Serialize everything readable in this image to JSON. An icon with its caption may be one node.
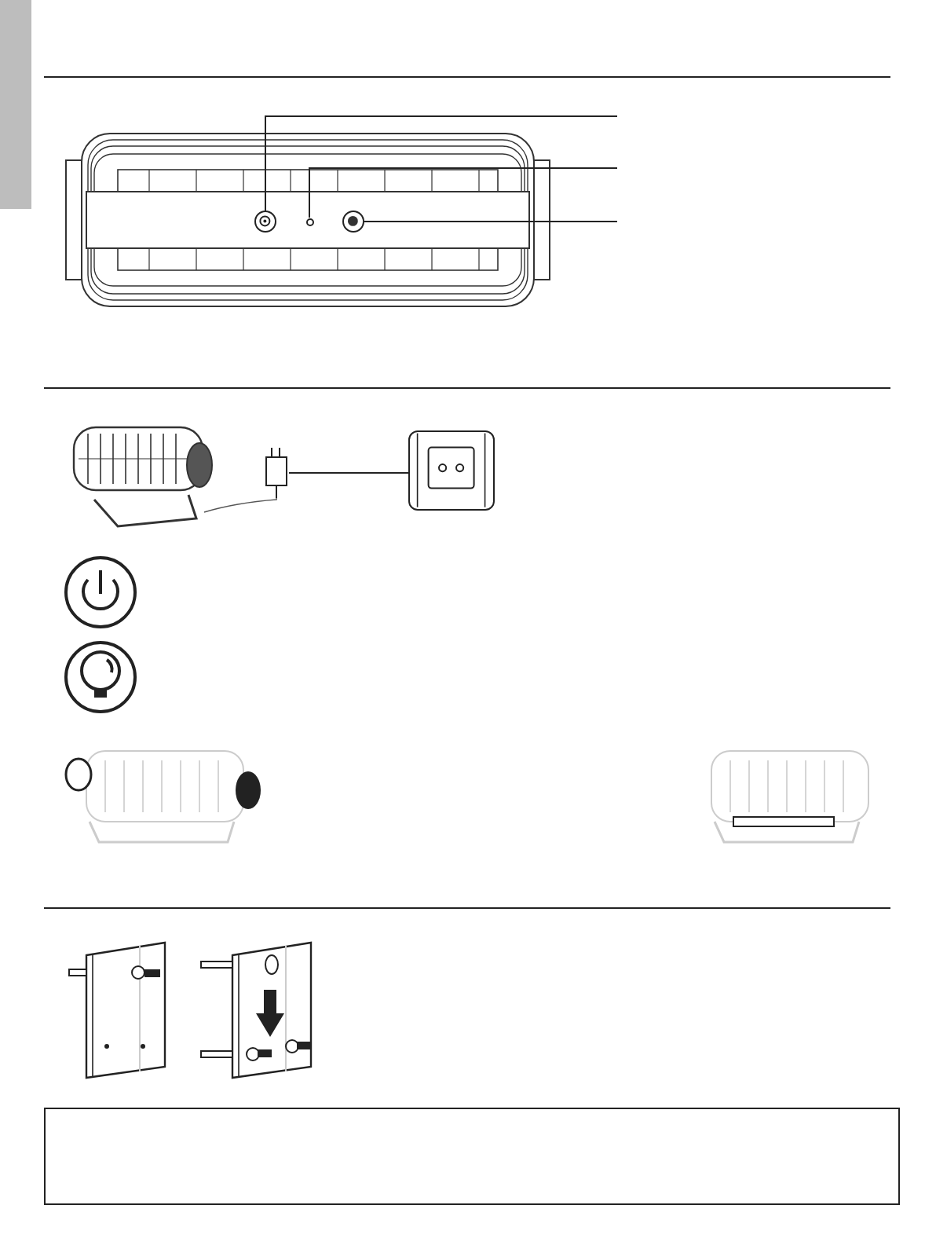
{
  "diagram": {
    "nodes": [
      {
        "text": [],
        "shape": "bar"
      },
      {
        "text": [],
        "shape": "circle"
      },
      {
        "text": [],
        "shape": "circle"
      },
      {
        "text": [],
        "shape": "circle"
      },
      {
        "text": [],
        "shape": "picture"
      },
      {
        "text": [],
        "shape": "box"
      },
      {
        "text": [],
        "shape": "box"
      }
    ],
    "edges": [
      {
        "from": null,
        "to": 1,
        "arrow": "none"
      },
      {
        "from": null,
        "to": 2,
        "arrow": "none"
      },
      {
        "from": null,
        "to": 3,
        "arrow": "none"
      },
      {
        "from": 4,
        "to": 5,
        "arrow": "none"
      }
    ]
  }
}
